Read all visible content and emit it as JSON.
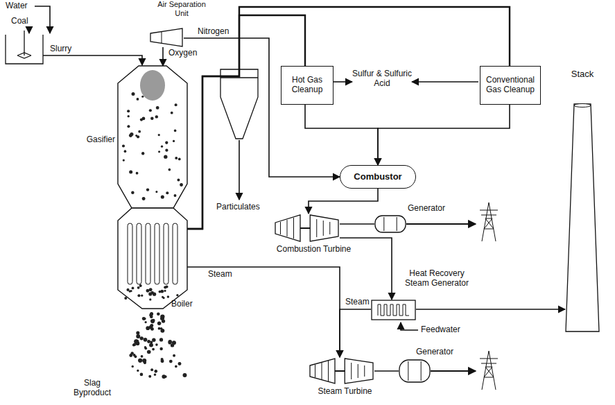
{
  "diagram": {
    "nodes": [
      {
        "text": [
          "Air Separation Unit"
        ]
      },
      {
        "text": [
          "Gasifier"
        ]
      },
      {
        "text": [
          "Boiler"
        ]
      },
      {
        "text": [
          "Hot Gas Cleanup"
        ]
      },
      {
        "text": [
          "Conventional Gas Cleanup"
        ]
      },
      {
        "text": [
          "Combustor"
        ]
      },
      {
        "text": [
          "Combustion Turbine"
        ]
      },
      {
        "text": [
          "Generator"
        ]
      },
      {
        "text": [
          "Heat Recovery Steam Generator"
        ]
      },
      {
        "text": [
          "Steam Turbine"
        ]
      },
      {
        "text": [
          "Generator"
        ]
      },
      {
        "text": [
          "Stack"
        ]
      }
    ],
    "edges": [
      {
        "from": 0,
        "to": 1,
        "label": "Oxygen",
        "arrow": "to"
      },
      {
        "from": 0,
        "to": 5,
        "label": "Nitrogen",
        "arrow": "to"
      },
      {
        "from": 2,
        "to": 3,
        "arrow": "none"
      },
      {
        "from": 2,
        "to": 4,
        "arrow": "none"
      },
      {
        "from": 3,
        "to": 5,
        "arrow": "to"
      },
      {
        "from": 4,
        "to": 5,
        "arrow": "to"
      },
      {
        "from": 5,
        "to": 6,
        "arrow": "to"
      },
      {
        "from": 6,
        "to": 7,
        "arrow": "none"
      },
      {
        "from": 6,
        "to": 8,
        "arrow": "to"
      },
      {
        "from": 8,
        "to": 11,
        "arrow": "to"
      },
      {
        "from": 2,
        "to": 9,
        "label": "Steam",
        "arrow": "to"
      },
      {
        "from": 8,
        "to": 9,
        "label": "Steam",
        "arrow": "to"
      },
      {
        "from": 9,
        "to": 10,
        "arrow": "none"
      }
    ],
    "labels": [
      "Water",
      "Coal",
      "Slurry",
      "Particulates",
      "Sulfur & Sulfuric Acid",
      "Feedwater",
      "Slag Byproduct"
    ]
  }
}
